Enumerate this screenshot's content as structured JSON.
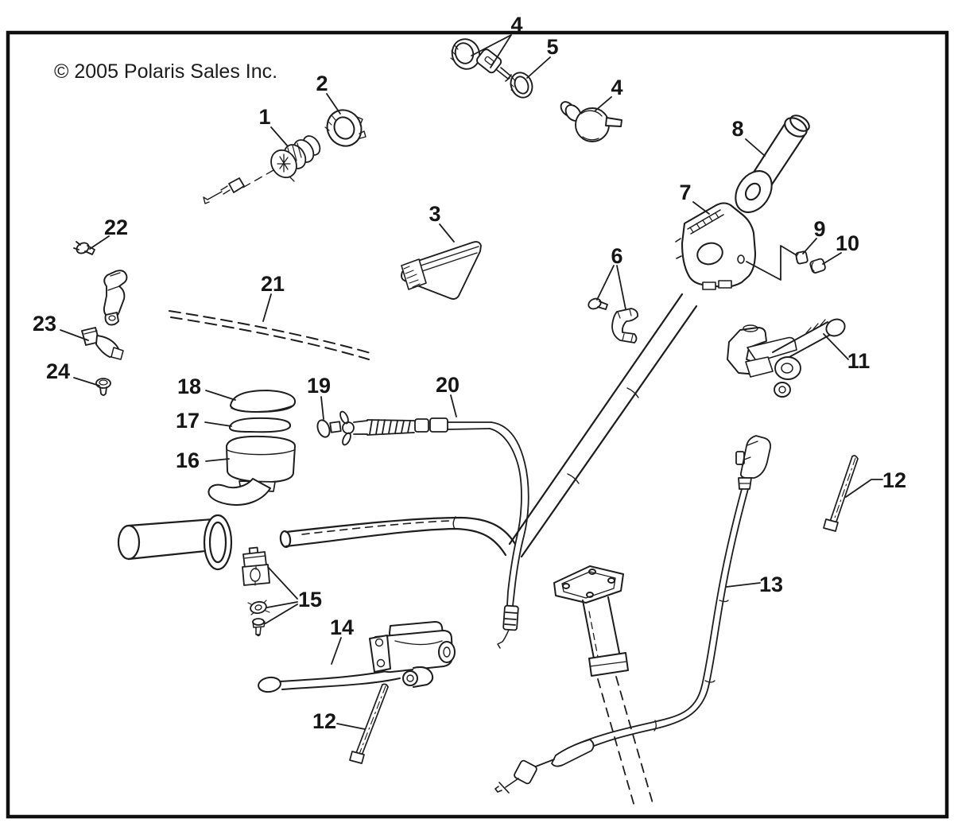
{
  "page": {
    "copyright": "© 2005 Polaris Sales Inc."
  },
  "diagram": {
    "type": "exploded-parts-diagram",
    "subject": "handlebar-and-controls",
    "callouts": [
      {
        "label": "1"
      },
      {
        "label": "2"
      },
      {
        "label": "3"
      },
      {
        "label": "4"
      },
      {
        "label": "4"
      },
      {
        "label": "5"
      },
      {
        "label": "6"
      },
      {
        "label": "7"
      },
      {
        "label": "8"
      },
      {
        "label": "9"
      },
      {
        "label": "10"
      },
      {
        "label": "11"
      },
      {
        "label": "12"
      },
      {
        "label": "12"
      },
      {
        "label": "13"
      },
      {
        "label": "14"
      },
      {
        "label": "15"
      },
      {
        "label": "16"
      },
      {
        "label": "17"
      },
      {
        "label": "18"
      },
      {
        "label": "19"
      },
      {
        "label": "20"
      },
      {
        "label": "21"
      },
      {
        "label": "22"
      },
      {
        "label": "23"
      },
      {
        "label": "24"
      }
    ]
  }
}
